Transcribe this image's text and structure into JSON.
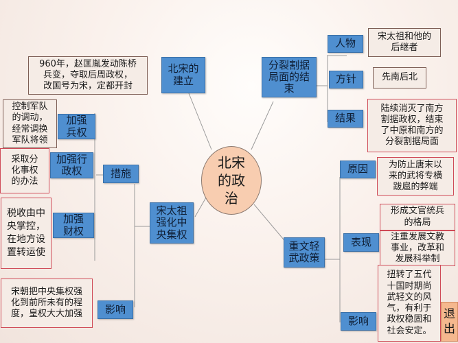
{
  "center": {
    "label": "北宋\n的政\n治"
  },
  "branches": {
    "founding": {
      "label": "北宋的\n建立",
      "note": "960年，赵匡胤发动陈桥\n兵变，夺取后周政权，\n改国号为宋，定都开封"
    },
    "unification": {
      "label": "分裂割据\n局面的结\n束",
      "items": [
        {
          "label": "人物",
          "note": "宋太祖和他的\n后继者"
        },
        {
          "label": "方针",
          "note": "先南后北"
        },
        {
          "label": "结果",
          "note": "陆续消灭了南方\n割据政权，结束\n了中原和南方的\n分裂割据局面"
        }
      ]
    },
    "centralization": {
      "label": "宋太祖\n强化中\n央集权",
      "measures": {
        "label": "措施",
        "items": [
          {
            "label": "加强\n兵权",
            "note": "控制军队\n的调动，\n经常调换\n军队将领"
          },
          {
            "label": "加强行\n政权",
            "note": "采取分\n化事权\n的办法"
          },
          {
            "label": "加强\n财权",
            "note": "税收由中\n央掌控，\n在地方设\n置转运使"
          }
        ]
      },
      "impact": {
        "label": "影响",
        "note": "宋朝把中央集权强\n化到前所未有的程\n度，皇权大大加强"
      }
    },
    "civil_policy": {
      "label": "重文轻\n武政策",
      "items": [
        {
          "label": "原因",
          "notes": [
            "为防止唐末以\n来的武将专横\n跋扈的弊端"
          ]
        },
        {
          "label": "表现",
          "notes": [
            "形成文官统兵\n的格局",
            "注重发展文教\n事业，改革和\n发展科举制"
          ]
        },
        {
          "label": "影响",
          "notes": [
            "扭转了五代\n十国时期尚\n武轻文的风\n气，有利于\n政权稳固和\n社会安定。"
          ]
        }
      ]
    }
  },
  "exit_button": {
    "label": "退\n出"
  },
  "colors": {
    "node_blue": "#4f8fd0",
    "center_fill": "#f8cdb0",
    "note_border_red": "#cf4a57",
    "exit_fill": "#f5b88e"
  }
}
